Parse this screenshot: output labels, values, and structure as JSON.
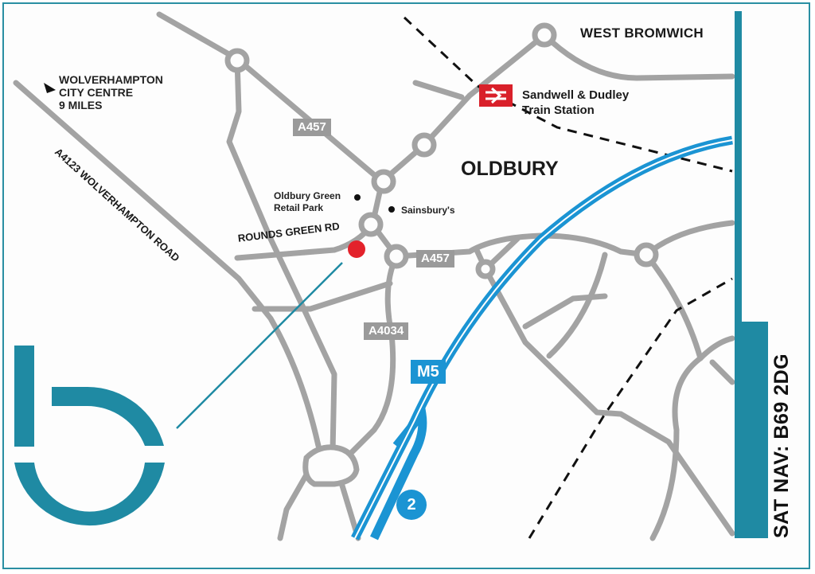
{
  "map": {
    "area_label": "OLDBURY",
    "towns": {
      "west_bromwich": "WEST BROMWICH"
    },
    "direction_note": {
      "line1": "WOLVERHAMPTON",
      "line2": "CITY CENTRE",
      "line3": "9 MILES"
    },
    "roads": {
      "a4123": "A4123 WOLVERHAMPTON ROAD",
      "rounds_green": "ROUNDS GREEN RD",
      "a457_north": "A457",
      "a457_east": "A457",
      "a4034": "A4034",
      "motorway": "M5",
      "junction": "2"
    },
    "landmarks": {
      "station_line1": "Sandwell & Dudley",
      "station_line2": "Train Station",
      "retail_line1": "Oldbury Green",
      "retail_line2": "Retail Park",
      "sainsburys": "Sainsbury's"
    },
    "sat_nav": "SAT NAV: B69 2DG",
    "colors": {
      "brand_teal": "#1f8aa3",
      "motorway_blue": "#1b94d3",
      "road_grey": "#a3a3a3",
      "location_red": "#e3222b",
      "rail_red": "#d9202a"
    }
  }
}
